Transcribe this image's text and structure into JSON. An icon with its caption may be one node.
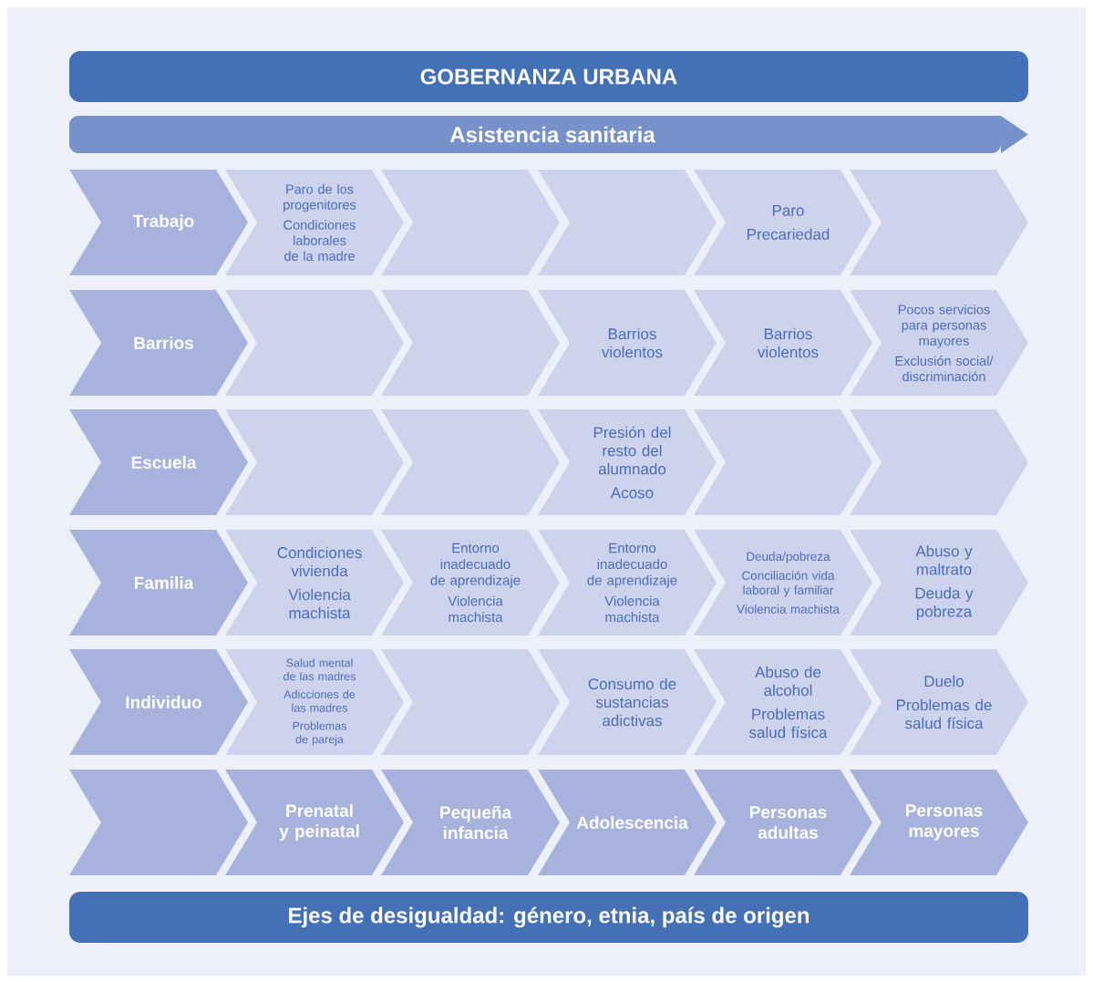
{
  "diagram": {
    "nodes": [
      {
        "text": [
          "GOBERNANZA URBANA"
        ]
      },
      {
        "text": [
          "Asistencia sanitaria"
        ]
      },
      {
        "text": [
          "Trabajo"
        ]
      },
      {
        "text": [
          "Paro de los progenitores",
          "Condiciones laborales de la madre"
        ]
      },
      {
        "text": [],
        "shape": "chevron"
      },
      {
        "text": [],
        "shape": "chevron"
      },
      {
        "text": [
          "Paro",
          "Precariedad"
        ]
      },
      {
        "text": [],
        "shape": "chevron"
      },
      {
        "text": [
          "Barrios"
        ]
      },
      {
        "text": [],
        "shape": "chevron"
      },
      {
        "text": [],
        "shape": "chevron"
      },
      {
        "text": [
          "Barrios violentos"
        ]
      },
      {
        "text": [
          "Barrios violentos"
        ]
      },
      {
        "text": [
          "Pocos servicios para personas mayores",
          "Exclusión social/ discriminación"
        ]
      },
      {
        "text": [
          "Escuela"
        ]
      },
      {
        "text": [],
        "shape": "chevron"
      },
      {
        "text": [],
        "shape": "chevron"
      },
      {
        "text": [
          "Presión del resto del alumnado",
          "Acoso"
        ]
      },
      {
        "text": [],
        "shape": "chevron"
      },
      {
        "text": [],
        "shape": "chevron"
      },
      {
        "text": [
          "Familia"
        ]
      },
      {
        "text": [
          "Condiciones vivienda",
          "Violencia machista"
        ]
      },
      {
        "text": [
          "Entorno inadecuado de aprendizaje",
          "Violencia machista"
        ]
      },
      {
        "text": [
          "Entorno inadecuado de aprendizaje",
          "Violencia machista"
        ]
      },
      {
        "text": [
          "Deuda/pobreza",
          "Conciliación vida laboral y familiar",
          "Violencia machista"
        ]
      },
      {
        "text": [
          "Abuso y maltrato",
          "Deuda y pobreza"
        ]
      },
      {
        "text": [
          "Individuo"
        ]
      },
      {
        "text": [
          "Salud mental de las madres",
          "Adicciones de las madres",
          "Problemas de pareja"
        ]
      },
      {
        "text": [],
        "shape": "chevron"
      },
      {
        "text": [
          "Consumo de sustancias adictivas"
        ]
      },
      {
        "text": [
          "Abuso de alcohol",
          "Problemas salud física"
        ]
      },
      {
        "text": [
          "Duelo",
          "Problemas de salud física"
        ]
      },
      {
        "text": [],
        "shape": "chevron"
      },
      {
        "text": [
          "Prenatal y peinatal"
        ]
      },
      {
        "text": [
          "Pequeña infancia"
        ]
      },
      {
        "text": [
          "Adolescencia"
        ]
      },
      {
        "text": [
          "Personas adultas"
        ]
      },
      {
        "text": [
          "Personas mayores"
        ]
      },
      {
        "text": [
          "Ejes de desigualdad: género, etnia, país de origen"
        ]
      }
    ]
  }
}
